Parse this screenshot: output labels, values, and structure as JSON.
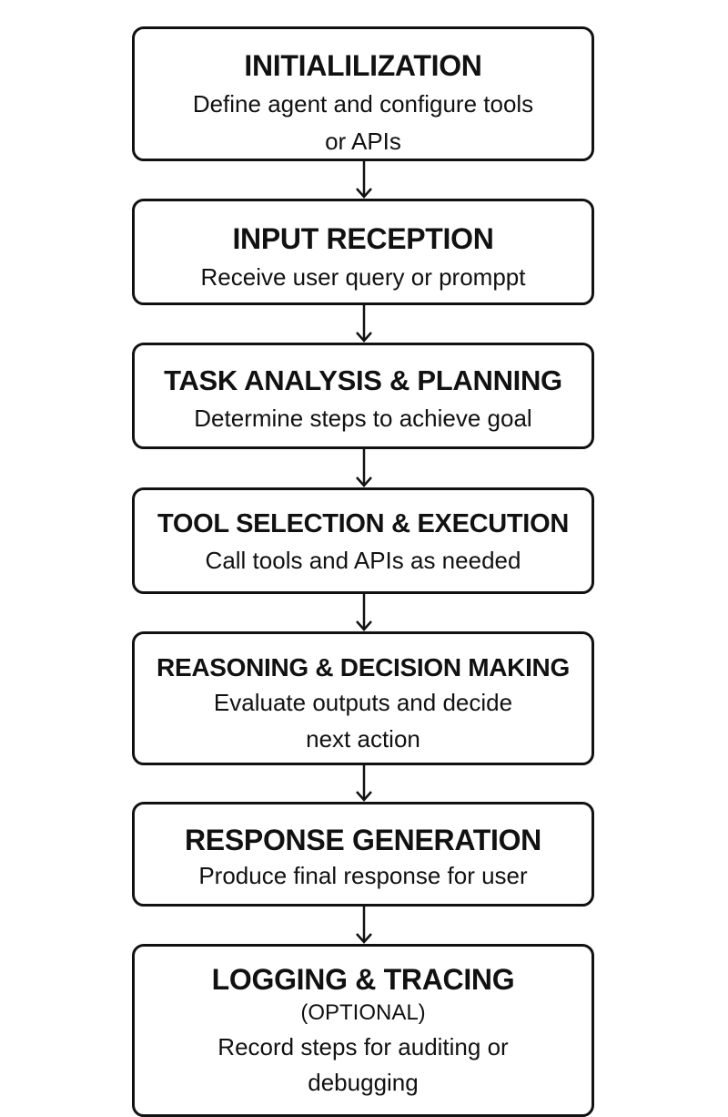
{
  "steps": [
    {
      "title": "INITIALILIZATION",
      "desc_lines": [
        "Define agent and configure tools",
        "or APIs"
      ]
    },
    {
      "title": "INPUT RECEPTION",
      "desc_lines": [
        "Receive user query or promppt"
      ]
    },
    {
      "title": "TASK ANALYSIS & PLANNING",
      "desc_lines": [
        "Determine steps to achieve goal"
      ]
    },
    {
      "title": "TOOL SELECTION & EXECUTION",
      "desc_lines": [
        "Call tools and APIs as needed"
      ]
    },
    {
      "title": "REASONING & DECISION MAKING",
      "desc_lines": [
        "Evaluate outputs and decide",
        "next action"
      ]
    },
    {
      "title": "RESPONSE GENERATION",
      "desc_lines": [
        "Produce final response for user"
      ]
    },
    {
      "title": "LOGGING & TRACING",
      "subtitle": "(OPTIONAL)",
      "desc_lines": [
        "Record steps for auditing or",
        "debugging"
      ]
    }
  ]
}
